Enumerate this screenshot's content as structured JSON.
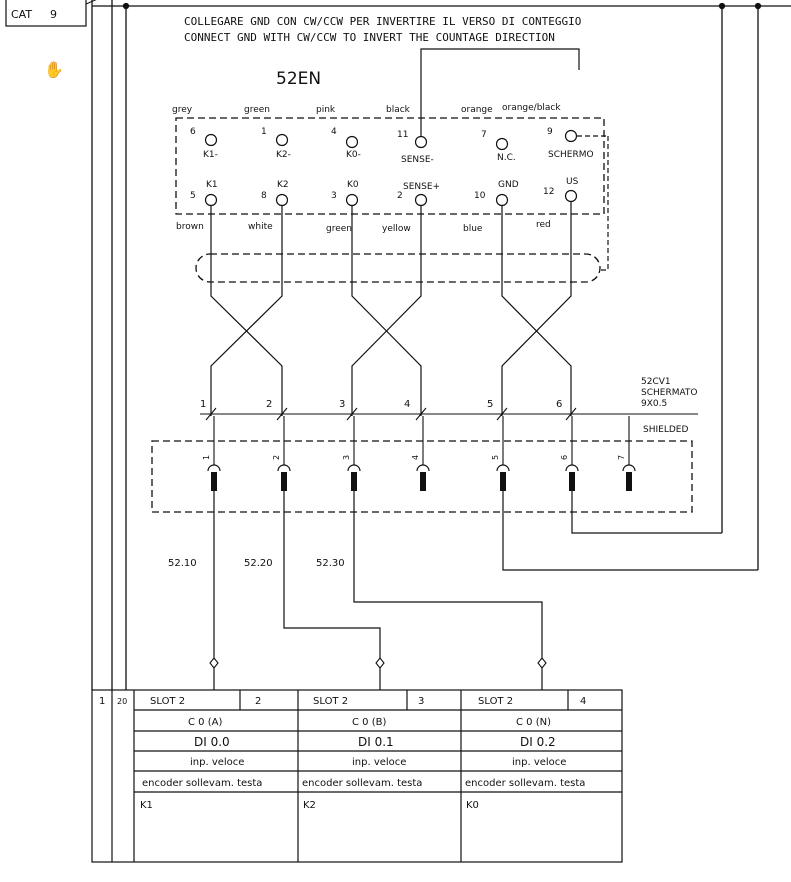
{
  "sheet_tag": {
    "label": "CAT",
    "number": "9"
  },
  "notes": {
    "it": "COLLEGARE GND CON CW/CCW  PER INVERTIRE IL VERSO DI CONTEGGIO",
    "en": "CONNECT GND WITH CW/CCW  TO INVERT THE COUNTAGE DIRECTION"
  },
  "connector": {
    "name": "52EN",
    "top_colors": [
      "grey",
      "green",
      "pink",
      "black",
      "orange",
      "orange/black"
    ],
    "top_pins": [
      {
        "num": "6",
        "label": "K1-"
      },
      {
        "num": "1",
        "label": "K2-"
      },
      {
        "num": "4",
        "label": "K0-"
      },
      {
        "num": "11",
        "label": "SENSE-"
      },
      {
        "num": "7",
        "label": "N.C."
      },
      {
        "num": "9",
        "label": "SCHERMO"
      }
    ],
    "bottom_pins": [
      {
        "num": "5",
        "label": "K1"
      },
      {
        "num": "8",
        "label": "K2"
      },
      {
        "num": "3",
        "label": "K0"
      },
      {
        "num": "2",
        "label": "SENSE+"
      },
      {
        "num": "10",
        "label": "GND"
      },
      {
        "num": "12",
        "label": "US"
      }
    ],
    "bottom_colors": [
      "brown",
      "white",
      "green",
      "yellow",
      "blue",
      "red"
    ]
  },
  "cable": {
    "id": "52CV1",
    "type": "SCHERMATO",
    "spec": "9X0.5",
    "shield_label": "SHIELDED",
    "conductors": [
      "1",
      "2",
      "3",
      "4",
      "5",
      "6"
    ],
    "terminals": [
      "1",
      "2",
      "3",
      "4",
      "5",
      "6",
      "7"
    ]
  },
  "wires": [
    "52.10",
    "52.20",
    "52.30"
  ],
  "io_table": {
    "row_num": "1",
    "ref": "20",
    "columns": [
      {
        "slot": "SLOT 2",
        "pos": "2",
        "channel": "C 0   (A)",
        "input": "DI 0.0",
        "type": "inp. veloce",
        "desc": "encoder sollevam. testa",
        "signal": "K1"
      },
      {
        "slot": "SLOT 2",
        "pos": "3",
        "channel": "C 0   (B)",
        "input": "DI 0.1",
        "type": "inp. veloce",
        "desc": "encoder sollevam. testa",
        "signal": "K2"
      },
      {
        "slot": "SLOT 2",
        "pos": "4",
        "channel": "C 0   (N)",
        "input": "DI 0.2",
        "type": "inp. veloce",
        "desc": "encoder sollevam. testa",
        "signal": "K0"
      }
    ]
  }
}
